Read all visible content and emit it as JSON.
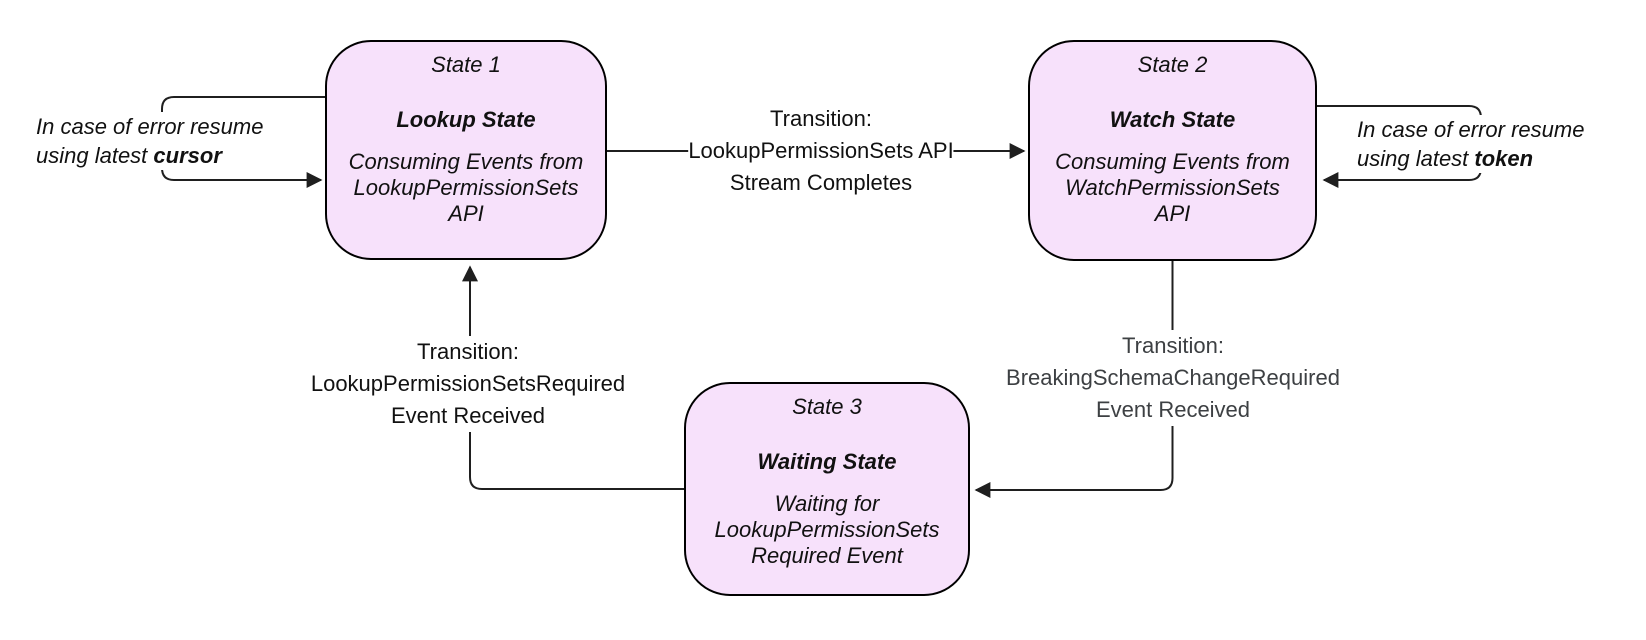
{
  "diagram": {
    "states": [
      {
        "title": "State 1",
        "name": "Lookup State",
        "description": "Consuming Events from LookupPermissionSets API"
      },
      {
        "title": "State 2",
        "name": "Watch State",
        "description": "Consuming Events from WatchPermissionSets API"
      },
      {
        "title": "State 3",
        "name": "Waiting State",
        "description": "Waiting for LookupPermissionSets Required Event"
      }
    ],
    "transitions": [
      {
        "from": "State 1",
        "to": "State 2",
        "lines": [
          "Transition:",
          "LookupPermissionSets API",
          "Stream Completes"
        ]
      },
      {
        "from": "State 2",
        "to": "State 3",
        "lines": [
          "Transition:",
          "BreakingSchemaChangeRequired",
          "Event Received"
        ]
      },
      {
        "from": "State 3",
        "to": "State 1",
        "lines": [
          "Transition:",
          "LookupPermissionSetsRequired",
          "Event Received"
        ]
      }
    ],
    "self_loops": [
      {
        "state": "State 1",
        "line1": "In case of error resume",
        "line2_prefix": "using latest ",
        "keyword": "cursor"
      },
      {
        "state": "State 2",
        "line1": "In case of error resume",
        "line2_prefix": "using latest ",
        "keyword": "token"
      }
    ],
    "colors": {
      "state_fill": "#f7e1fb",
      "state_border": "#000000",
      "edge": "#1f1f1f",
      "text": "#111111",
      "muted_label": "#3d4043"
    }
  }
}
